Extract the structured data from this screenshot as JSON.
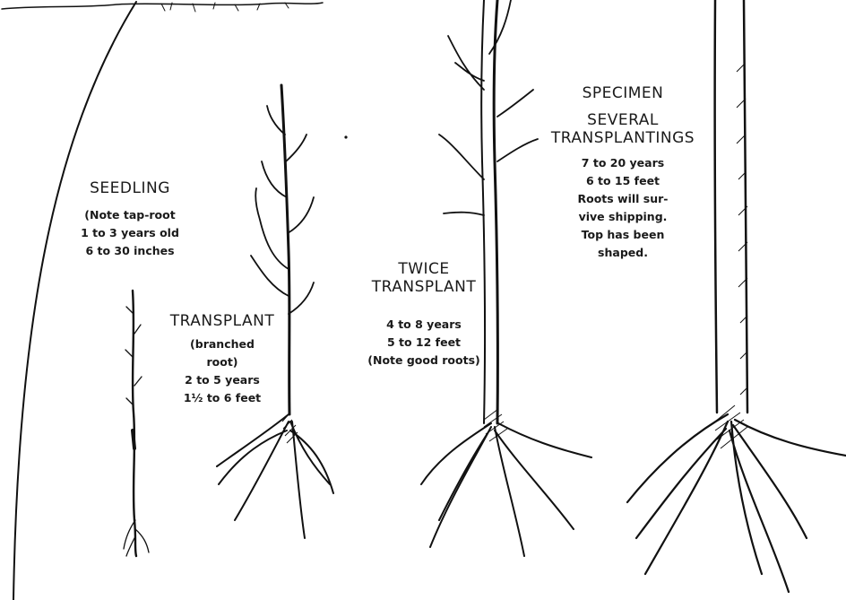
{
  "stages": [
    {
      "key": "seedling",
      "title_lines": [
        "SEEDLING"
      ],
      "note_lines": [
        "(Note tap-root",
        "1 to 3 years old",
        "6 to 30 inches"
      ]
    },
    {
      "key": "transplant",
      "title_lines": [
        "TRANSPLANT"
      ],
      "note_lines": [
        "(branched",
        "root)",
        "2 to 5 years",
        "1½ to 6 feet"
      ]
    },
    {
      "key": "twice",
      "title_lines": [
        "TWICE",
        "TRANSPLANT"
      ],
      "note_lines": [
        "4 to 8 years",
        "5 to 12 feet",
        "(Note good roots)"
      ]
    },
    {
      "key": "specimen",
      "title_lines": [
        "SPECIMEN"
      ],
      "subtitle_lines": [
        "SEVERAL",
        "TRANSPLANTINGS"
      ],
      "note_lines": [
        "7 to 20 years",
        "6 to 15 feet",
        "Roots will sur-",
        "vive shipping.",
        "Top has been",
        "shaped."
      ]
    }
  ]
}
